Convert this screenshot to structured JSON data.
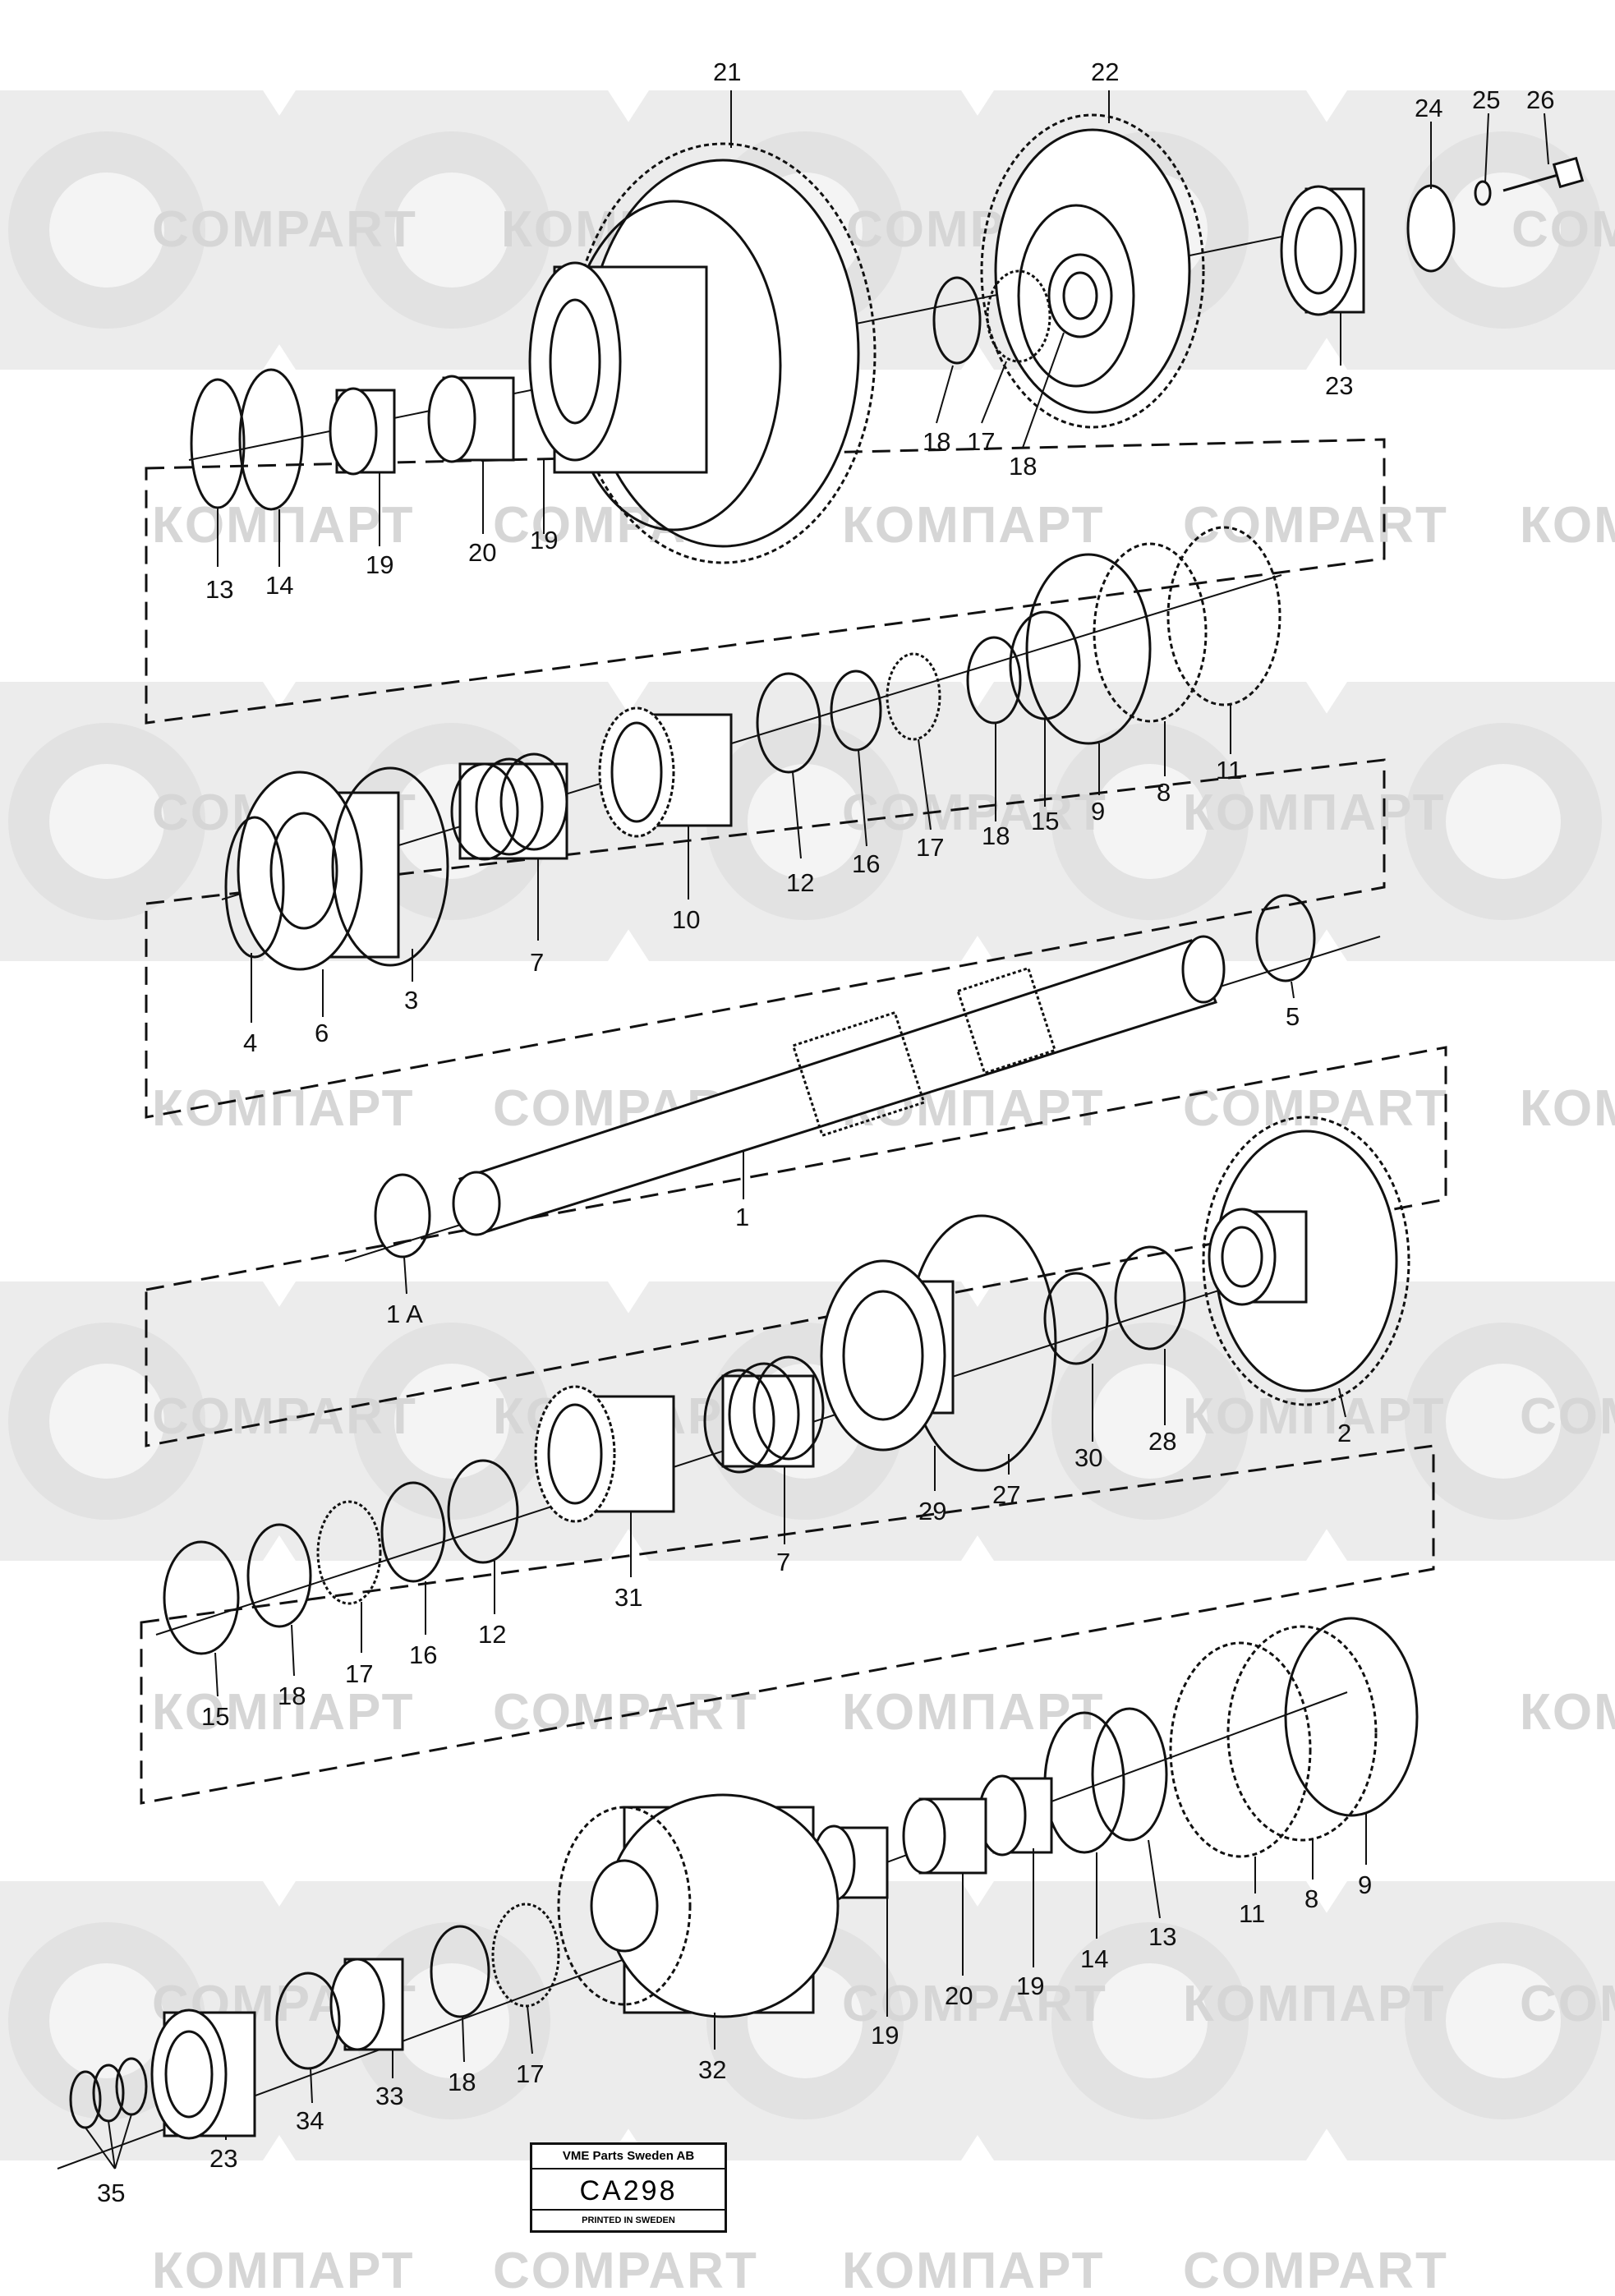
{
  "watermarks": {
    "latin": "COMPART",
    "cyrillic": "КОМПАРТ"
  },
  "labels": [
    {
      "id": "21-top",
      "text": "21"
    },
    {
      "id": "22-top",
      "text": "22"
    },
    {
      "id": "24-top",
      "text": "24"
    },
    {
      "id": "25-top",
      "text": "25"
    },
    {
      "id": "26-top",
      "text": "26"
    },
    {
      "id": "23-top",
      "text": "23"
    },
    {
      "id": "18-top-a",
      "text": "18"
    },
    {
      "id": "17-top",
      "text": "17"
    },
    {
      "id": "18-top-b",
      "text": "18"
    },
    {
      "id": "13-top",
      "text": "13"
    },
    {
      "id": "14-top",
      "text": "14"
    },
    {
      "id": "19-top-a",
      "text": "19"
    },
    {
      "id": "20-top",
      "text": "20"
    },
    {
      "id": "19-top-b",
      "text": "19"
    },
    {
      "id": "11-mid",
      "text": "11"
    },
    {
      "id": "8-mid",
      "text": "8"
    },
    {
      "id": "9-mid",
      "text": "9"
    },
    {
      "id": "15-mid",
      "text": "15"
    },
    {
      "id": "18-mid",
      "text": "18"
    },
    {
      "id": "17-mid",
      "text": "17"
    },
    {
      "id": "16-mid",
      "text": "16"
    },
    {
      "id": "12-mid",
      "text": "12"
    },
    {
      "id": "10-mid",
      "text": "10"
    },
    {
      "id": "7-mid",
      "text": "7"
    },
    {
      "id": "3-mid",
      "text": "3"
    },
    {
      "id": "6-mid",
      "text": "6"
    },
    {
      "id": "4-mid",
      "text": "4"
    },
    {
      "id": "5-mid",
      "text": "5"
    },
    {
      "id": "1-shaft",
      "text": "1"
    },
    {
      "id": "1a-ring",
      "text": "1 A"
    },
    {
      "id": "2-gear",
      "text": "2"
    },
    {
      "id": "28-ring",
      "text": "28"
    },
    {
      "id": "30-ring",
      "text": "30"
    },
    {
      "id": "27-ring",
      "text": "27"
    },
    {
      "id": "29-bearing",
      "text": "29"
    },
    {
      "id": "7-low",
      "text": "7"
    },
    {
      "id": "31-hub",
      "text": "31"
    },
    {
      "id": "12-low",
      "text": "12"
    },
    {
      "id": "16-low",
      "text": "16"
    },
    {
      "id": "17-low",
      "text": "17"
    },
    {
      "id": "18-low",
      "text": "18"
    },
    {
      "id": "15-low",
      "text": "15"
    },
    {
      "id": "9-bottom",
      "text": "9"
    },
    {
      "id": "8-bottom",
      "text": "8"
    },
    {
      "id": "11-bottom",
      "text": "11"
    },
    {
      "id": "13-bottom",
      "text": "13"
    },
    {
      "id": "14-bottom",
      "text": "14"
    },
    {
      "id": "19-bottom-a",
      "text": "19"
    },
    {
      "id": "20-bottom",
      "text": "20"
    },
    {
      "id": "19-bottom-b",
      "text": "19"
    },
    {
      "id": "32-drum",
      "text": "32"
    },
    {
      "id": "17-bottom",
      "text": "17"
    },
    {
      "id": "18-bottom",
      "text": "18"
    },
    {
      "id": "33-bottom",
      "text": "33"
    },
    {
      "id": "34-bottom",
      "text": "34"
    },
    {
      "id": "23-bottom",
      "text": "23"
    },
    {
      "id": "35-bottom",
      "text": "35"
    }
  ],
  "title_plate": {
    "company": "VME Parts Sweden AB",
    "code": "CA298",
    "note": "PRINTED IN SWEDEN"
  }
}
